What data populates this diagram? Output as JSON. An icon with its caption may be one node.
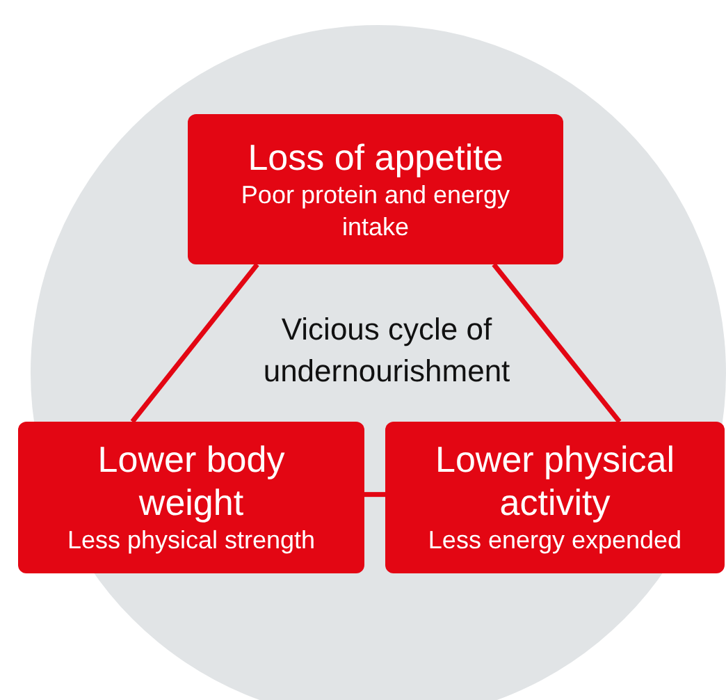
{
  "diagram": {
    "nodes": [
      {
        "text": [],
        "shape": "circle"
      },
      {
        "text": [
          "Loss of appetite",
          "Poor protein and energy intake"
        ],
        "in": 0
      },
      {
        "text": [
          "Lower body weight",
          "Less physical strength"
        ],
        "in": 0
      },
      {
        "text": [
          "Lower physical activity",
          "Less energy expended"
        ],
        "in": 0
      }
    ],
    "edges": [
      {
        "from": 1,
        "to": 2,
        "arrow": "none"
      },
      {
        "from": 1,
        "to": 3,
        "arrow": "none"
      },
      {
        "from": 2,
        "to": 3,
        "arrow": "none"
      }
    ],
    "labels": [
      "Vicious cycle of undernourishment"
    ]
  }
}
